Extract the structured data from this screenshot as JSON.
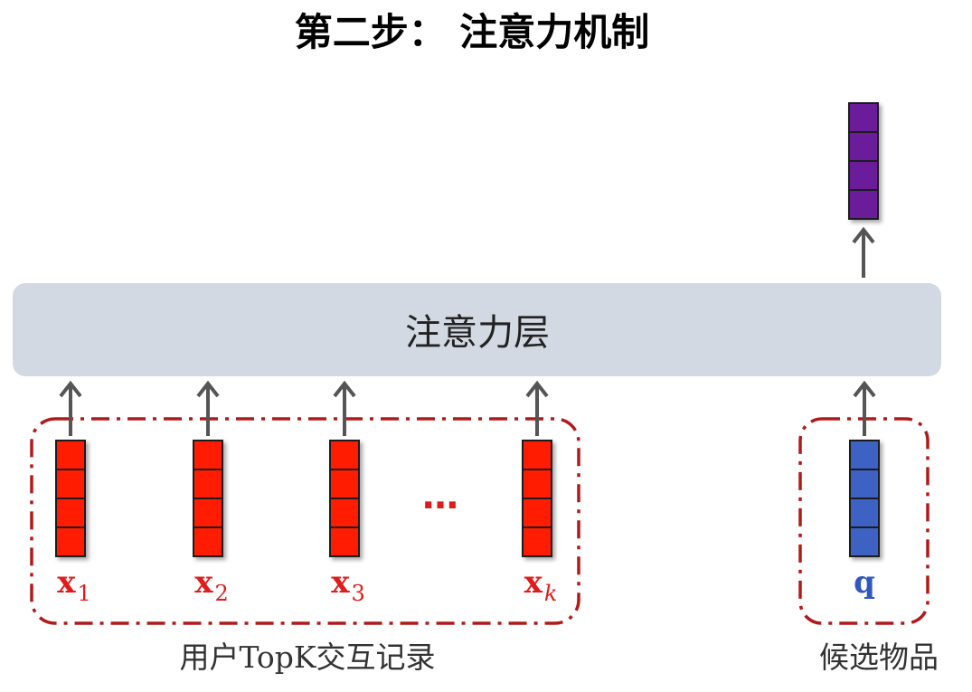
{
  "title": "第二步： 注意力机制",
  "attention_layer": {
    "label": "注意力层"
  },
  "user_group": {
    "caption": "用户TopK交互记录",
    "items": [
      {
        "base": "x",
        "sub": "1"
      },
      {
        "base": "x",
        "sub": "2"
      },
      {
        "base": "x",
        "sub": "3"
      },
      {
        "base": "x",
        "sub": "k"
      }
    ],
    "ellipsis": "…"
  },
  "candidate_group": {
    "caption": "候选物品",
    "label": "q"
  },
  "colors": {
    "user_vector": "#ff1a00",
    "candidate_vector": "#3d62c4",
    "output_vector": "#6a1b9a",
    "label_red": "#e01b1b",
    "label_blue": "#2f57c0",
    "layer_fill": "#d3d9e3",
    "dash_border": "#b01a1a",
    "arrow": "#555555"
  }
}
